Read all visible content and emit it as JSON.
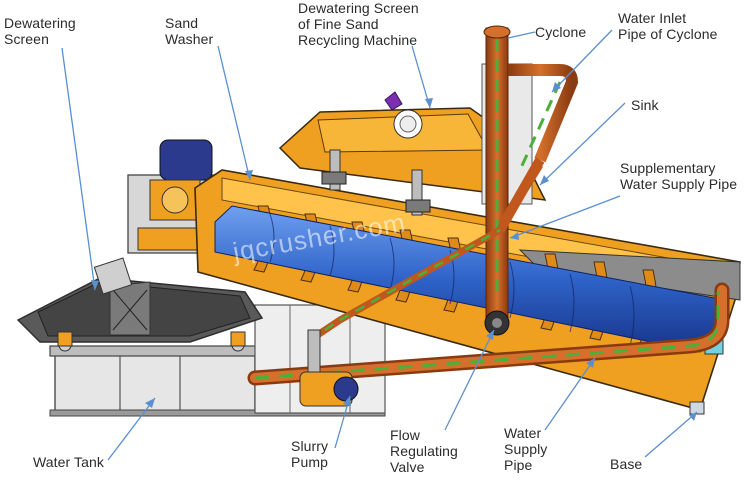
{
  "labels": {
    "dewatering_screen": [
      "Dewatering",
      "Screen"
    ],
    "sand_washer": [
      "Sand",
      "Washer"
    ],
    "dewatering_fine_sand": [
      "Dewatering Screen",
      "of Fine Sand",
      "Recycling Machine"
    ],
    "cyclone": [
      "Cyclone"
    ],
    "water_inlet": [
      "Water Inlet",
      "Pipe of Cyclone"
    ],
    "sink": [
      "Sink"
    ],
    "supplementary_pipe": [
      "Supplementary",
      "Water Supply Pipe"
    ],
    "water_tank": [
      "Water Tank"
    ],
    "slurry_pump": [
      "Slurry",
      "Pump"
    ],
    "flow_valve": [
      "Flow",
      "Regulating",
      "Valve"
    ],
    "water_supply_pipe": [
      "Water",
      "Supply",
      "Pipe"
    ],
    "base": [
      "Base"
    ]
  },
  "watermark": "jqcrusher.com",
  "colors": {
    "orange_body": "#f0a020",
    "dark_orange": "#c86a10",
    "pipe": "#c0581e",
    "flow": "#4caf3a",
    "spiral_blue": "#2f63c8",
    "steel": "#9a9a9a",
    "screen_dark": "#4b4b4b",
    "leader": "#5a8fd0"
  }
}
